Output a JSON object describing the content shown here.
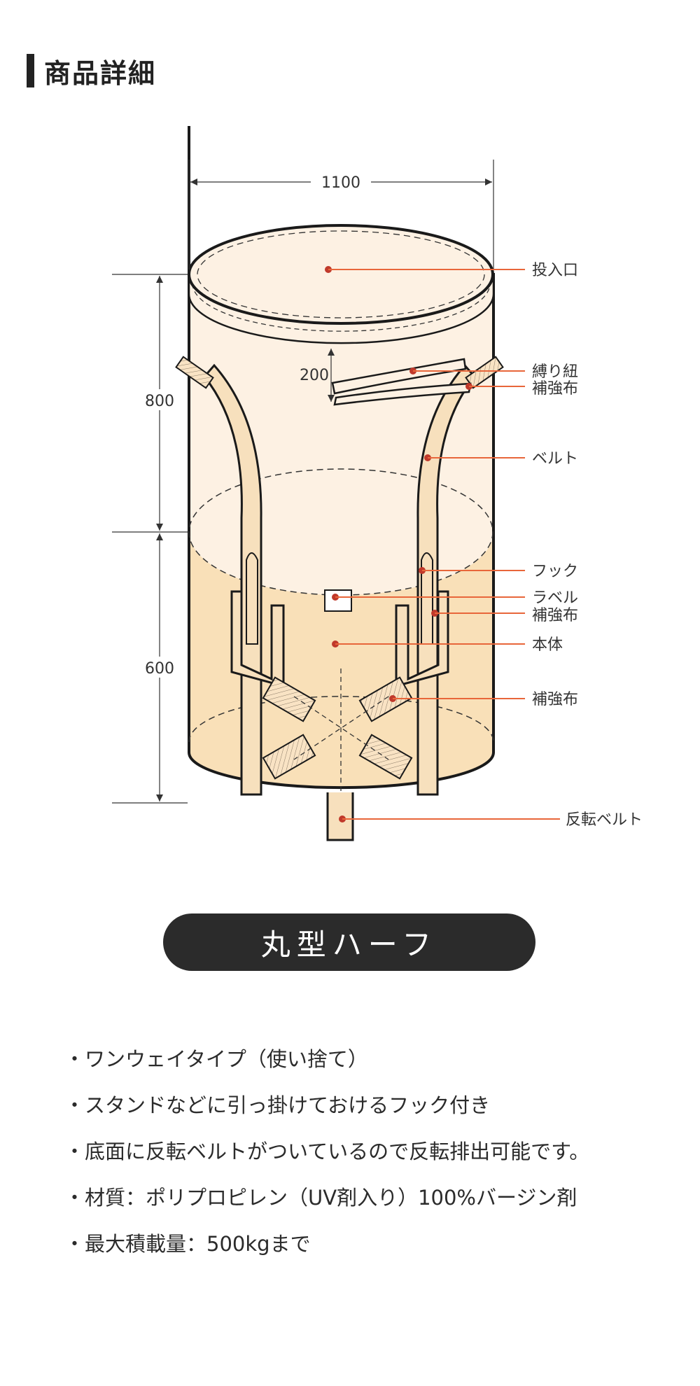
{
  "header": {
    "title": "商品詳細"
  },
  "diagram": {
    "dimensions": {
      "width": "1100",
      "upper_height": "800",
      "lower_height": "600",
      "tie_offset": "200"
    },
    "callouts": [
      {
        "id": "inlet",
        "label": "投入口"
      },
      {
        "id": "tie-string",
        "label": "縛り紐"
      },
      {
        "id": "reinforcement-top",
        "label": "補強布"
      },
      {
        "id": "belt",
        "label": "ベルト"
      },
      {
        "id": "hook",
        "label": "フック"
      },
      {
        "id": "label",
        "label": "ラベル"
      },
      {
        "id": "reinforcement-side",
        "label": "補強布"
      },
      {
        "id": "body",
        "label": "本体"
      },
      {
        "id": "reinforcement-bottom",
        "label": "補強布"
      },
      {
        "id": "reverse-belt",
        "label": "反転ベルト"
      }
    ],
    "colors": {
      "outline": "#1a1a1a",
      "upper_fill": "#fdf1e3",
      "lower_fill": "#f9e0b8",
      "belt_fill": "#f7e0bd",
      "callout": "#e8663a"
    }
  },
  "model": {
    "name": "丸型ハーフ"
  },
  "features": [
    "ワンウェイタイプ（使い捨て）",
    "スタンドなどに引っ掛けておけるフック付き",
    "底面に反転ベルトがついているので反転排出可能です。",
    "材質：ポリプロピレン（UV剤入り）100%バージン剤",
    "最大積載量：500kgまで"
  ]
}
